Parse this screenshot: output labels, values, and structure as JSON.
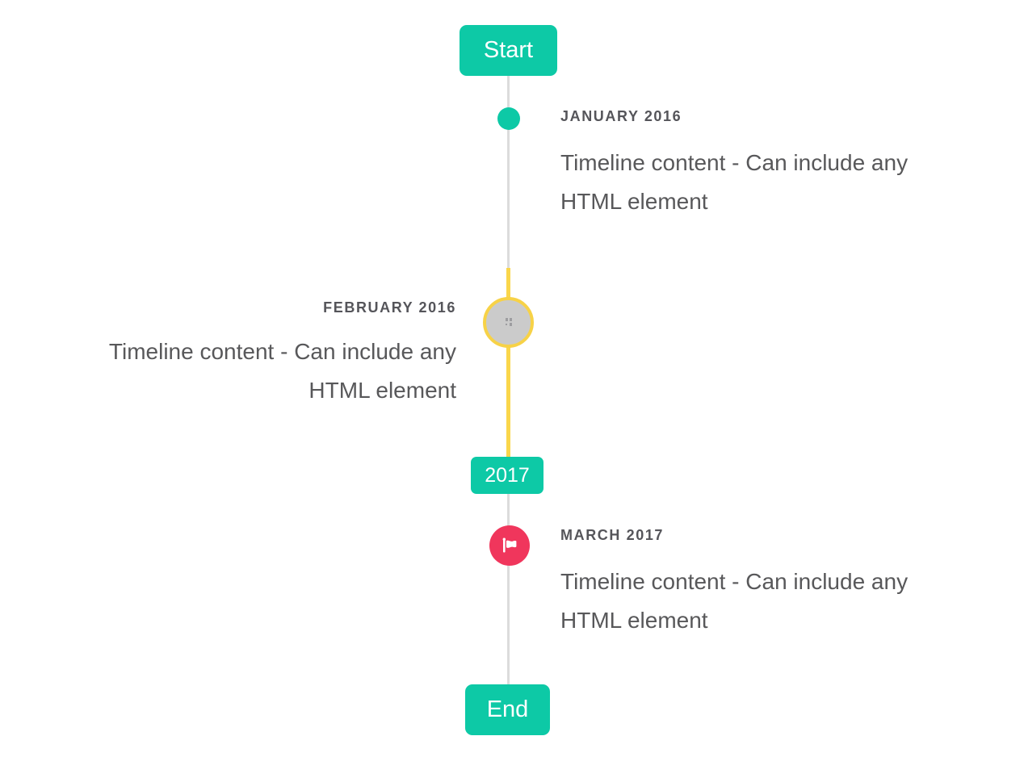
{
  "timeline": {
    "start_label": "Start",
    "end_label": "End",
    "year_label": "2017",
    "items": [
      {
        "id": "january-2016",
        "title": "JANUARY 2016",
        "content": "Timeline content - Can include any\nHTML element",
        "side": "right",
        "marker": "teal-dot"
      },
      {
        "id": "february-2016",
        "title": "FEBRUARY 2016",
        "content": "Timeline content - Can include any\nHTML element",
        "side": "left",
        "marker": "yellow-ring-circle-with-image"
      },
      {
        "id": "march-2017",
        "title": "MARCH 2017",
        "content": "Timeline content - Can include any\nHTML element",
        "side": "right",
        "marker": "red-flag-circle"
      }
    ],
    "colors": {
      "accent_teal": "#0dc9a6",
      "line_gray": "#dcdcdc",
      "highlight_yellow": "#fad64b",
      "circle_fill_gray": "#cbcbcb",
      "flag_red": "#f0365c",
      "title_text": "#55555a",
      "content_text": "#58585a"
    }
  }
}
